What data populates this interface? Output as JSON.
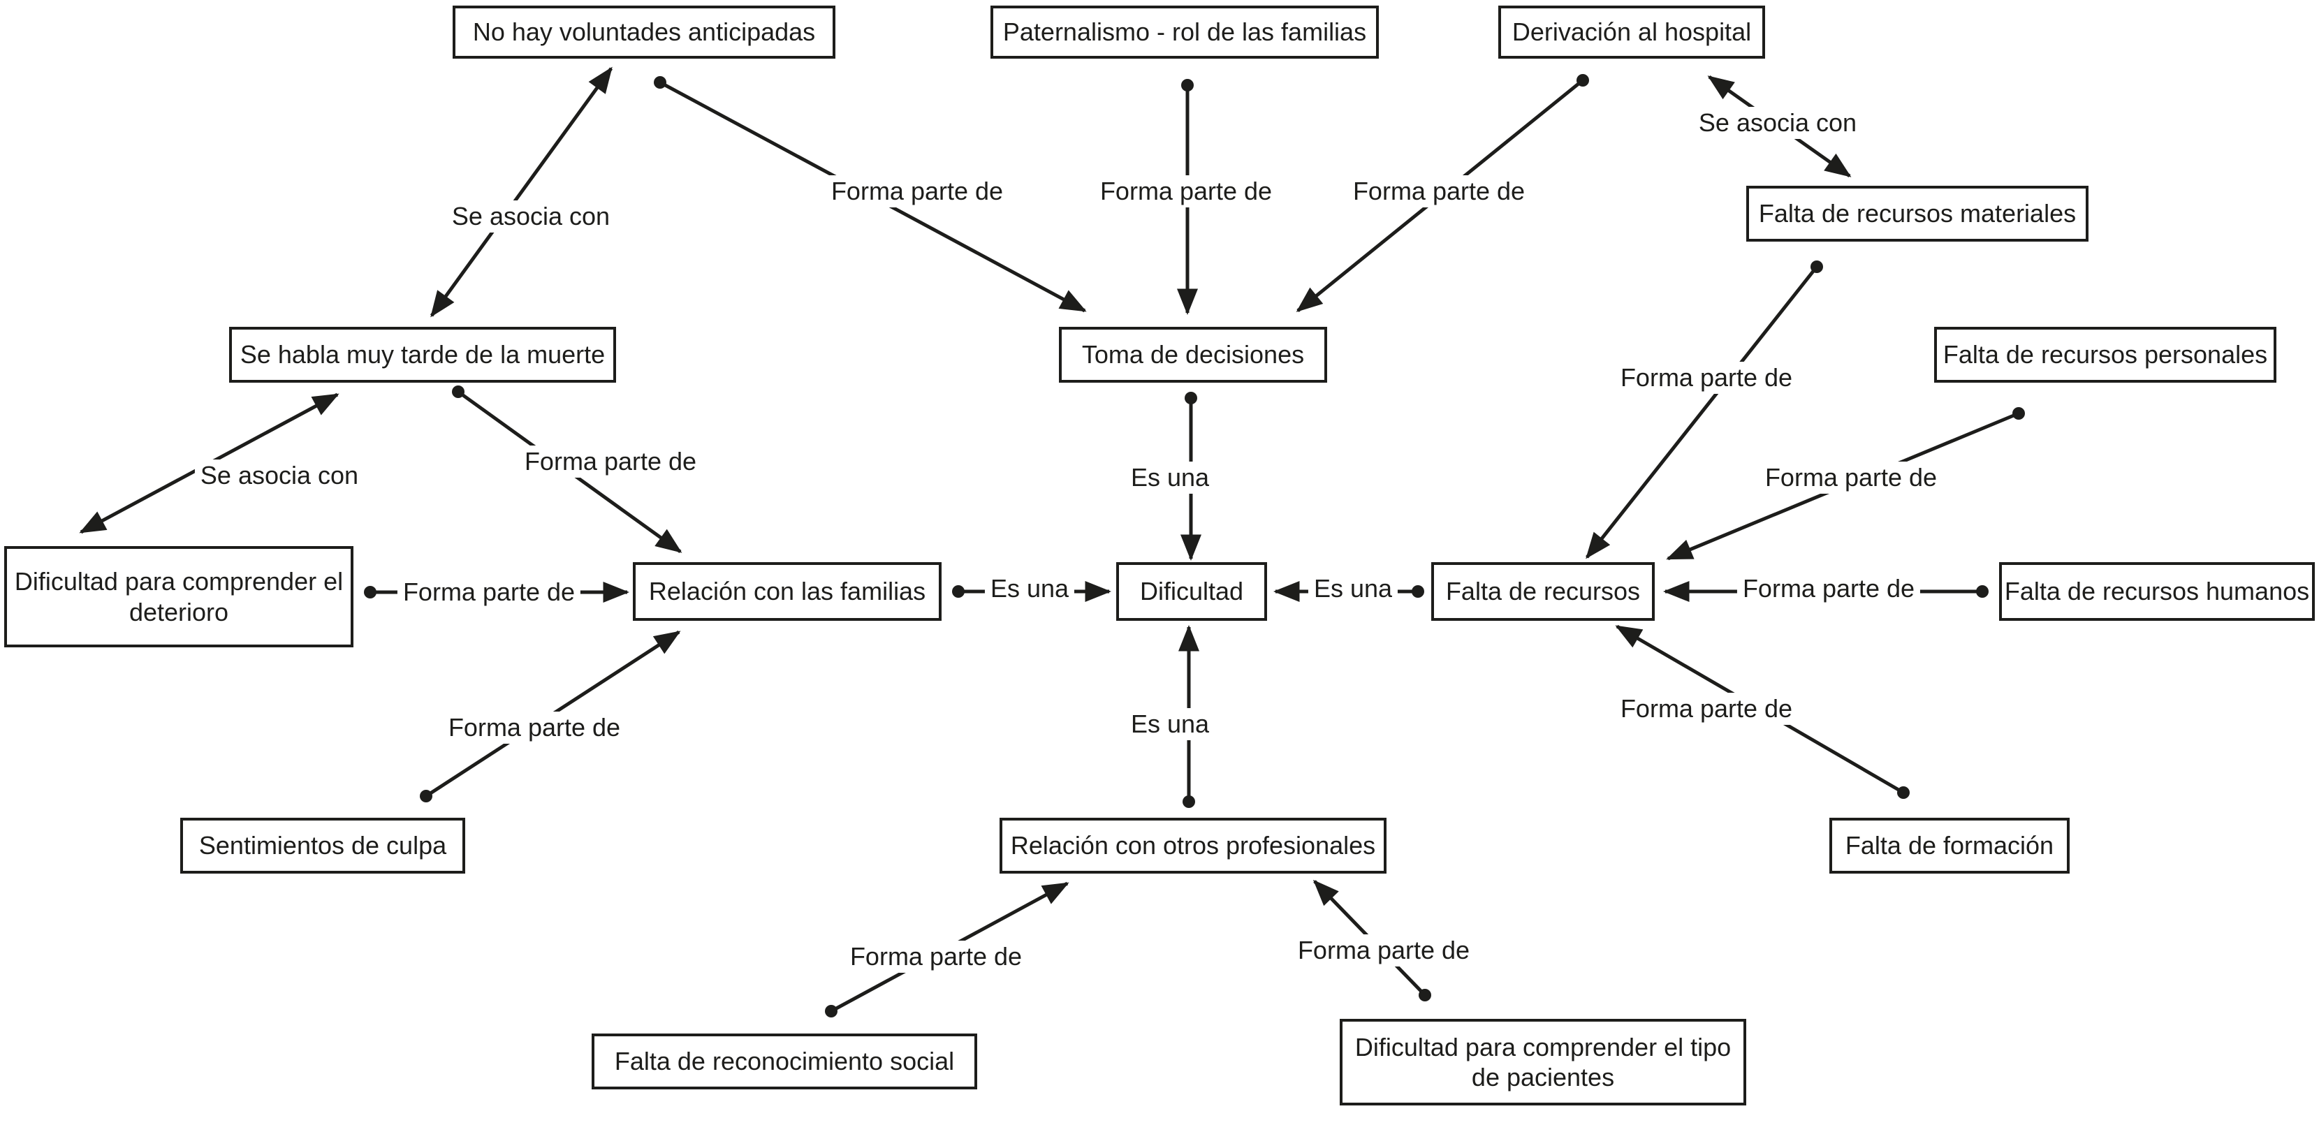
{
  "colors": {
    "ink": "#1d1d1b",
    "background": "#ffffff"
  },
  "diagram": {
    "nodes": [
      {
        "id": "no-voluntades",
        "label": "No hay voluntades anticipadas"
      },
      {
        "id": "paternalismo",
        "label": "Paternalismo - rol de las familias"
      },
      {
        "id": "derivacion",
        "label": "Derivación al hospital"
      },
      {
        "id": "recursos-materiales",
        "label": "Falta de recursos materiales"
      },
      {
        "id": "habla-tarde",
        "label": "Se habla muy tarde de la muerte"
      },
      {
        "id": "toma-decisiones",
        "label": "Toma de decisiones"
      },
      {
        "id": "recursos-personales",
        "label": "Falta de recursos personales"
      },
      {
        "id": "dificultad-deterioro",
        "label": "Dificultad para comprender el deterioro"
      },
      {
        "id": "relacion-familias",
        "label": "Relación con las familias"
      },
      {
        "id": "dificultad",
        "label": "Dificultad"
      },
      {
        "id": "falta-recursos",
        "label": "Falta de recursos"
      },
      {
        "id": "recursos-humanos",
        "label": "Falta de recursos humanos"
      },
      {
        "id": "sentimientos-culpa",
        "label": "Sentimientos de culpa"
      },
      {
        "id": "relacion-profesionales",
        "label": "Relación con otros profesionales"
      },
      {
        "id": "falta-formacion",
        "label": "Falta de formación"
      },
      {
        "id": "reconocimiento-social",
        "label": "Falta de reconocimiento social"
      },
      {
        "id": "dificultad-pacientes",
        "label": "Dificultad para comprender el tipo de pacientes"
      }
    ],
    "edges": [
      {
        "from": "habla-tarde",
        "to": "no-voluntades",
        "label": "Se asocia con",
        "connector": "double-arrow"
      },
      {
        "from": "no-voluntades",
        "to": "toma-decisiones",
        "label": "Forma parte de",
        "connector": "dot-arrow"
      },
      {
        "from": "paternalismo",
        "to": "toma-decisiones",
        "label": "Forma parte de",
        "connector": "dot-arrow"
      },
      {
        "from": "derivacion",
        "to": "toma-decisiones",
        "label": "Forma parte de",
        "connector": "dot-arrow"
      },
      {
        "from": "derivacion",
        "to": "recursos-materiales",
        "label": "Se asocia con",
        "connector": "double-arrow"
      },
      {
        "from": "recursos-materiales",
        "to": "falta-recursos",
        "label": "Forma parte de",
        "connector": "dot-arrow"
      },
      {
        "from": "recursos-personales",
        "to": "falta-recursos",
        "label": "Forma parte de",
        "connector": "dot-arrow"
      },
      {
        "from": "recursos-humanos",
        "to": "falta-recursos",
        "label": "Forma parte de",
        "connector": "dot-arrow"
      },
      {
        "from": "falta-formacion",
        "to": "falta-recursos",
        "label": "Forma parte de",
        "connector": "dot-arrow"
      },
      {
        "from": "habla-tarde",
        "to": "dificultad-deterioro",
        "label": "Se asocia con",
        "connector": "double-arrow"
      },
      {
        "from": "habla-tarde",
        "to": "relacion-familias",
        "label": "Forma parte de",
        "connector": "dot-arrow"
      },
      {
        "from": "dificultad-deterioro",
        "to": "relacion-familias",
        "label": "Forma parte de",
        "connector": "dot-arrow"
      },
      {
        "from": "toma-decisiones",
        "to": "dificultad",
        "label": "Es una",
        "connector": "dot-arrow"
      },
      {
        "from": "relacion-familias",
        "to": "dificultad",
        "label": "Es una",
        "connector": "dot-arrow"
      },
      {
        "from": "falta-recursos",
        "to": "dificultad",
        "label": "Es una",
        "connector": "dot-arrow"
      },
      {
        "from": "relacion-profesionales",
        "to": "dificultad",
        "label": "Es una",
        "connector": "dot-arrow"
      },
      {
        "from": "sentimientos-culpa",
        "to": "relacion-familias",
        "label": "Forma parte de",
        "connector": "dot-arrow"
      },
      {
        "from": "reconocimiento-social",
        "to": "relacion-profesionales",
        "label": "Forma parte de",
        "connector": "dot-arrow"
      },
      {
        "from": "dificultad-pacientes",
        "to": "relacion-profesionales",
        "label": "Forma parte de",
        "connector": "dot-arrow"
      }
    ]
  }
}
